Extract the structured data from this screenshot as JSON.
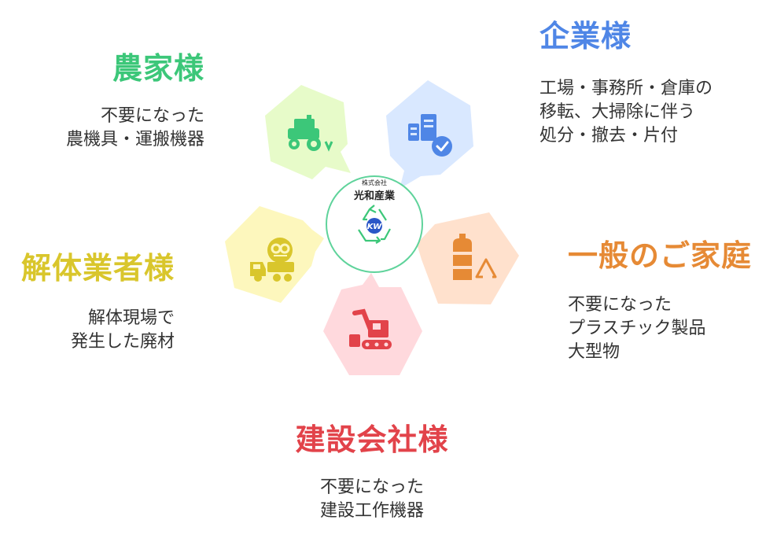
{
  "colors": {
    "farmer": "#3cc779",
    "company": "#4f86e6",
    "household": "#e68a35",
    "construction": "#e2434a",
    "demolition": "#d9c62c",
    "farmer_bg": "#e7fbc9",
    "company_bg": "#d9e8ff",
    "household_bg": "#ffe1cd",
    "construction_bg": "#ffd9dd",
    "demolition_bg": "#fdf7bd",
    "center_ring": "#5fd39b",
    "logo_blue": "#2a56c7"
  },
  "center": {
    "company_small": "株式会社",
    "company_name": "光和産業",
    "logo_mark": "KW"
  },
  "segments": {
    "farmer": {
      "title": "農家様",
      "lines": [
        "不要になった",
        "農機具・運搬機器"
      ],
      "icon": "tractor-icon"
    },
    "company": {
      "title": "企業様",
      "lines": [
        "工場・事務所・倉庫の",
        "移転、大掃除に伴う",
        "処分・撤去・片付"
      ],
      "icon": "office-building-check-icon"
    },
    "household": {
      "title": "一般のご家庭",
      "lines": [
        "不要になった",
        "プラスチック製品",
        "大型物"
      ],
      "icon": "plastic-bottle-recycle-icon"
    },
    "construction": {
      "title": "建設会社様",
      "lines": [
        "不要になった",
        "建設工作機器"
      ],
      "icon": "excavator-icon"
    },
    "demolition": {
      "title": "解体業者様",
      "lines": [
        "解体現場で",
        "発生した廃材"
      ],
      "icon": "mixer-truck-icon"
    }
  }
}
